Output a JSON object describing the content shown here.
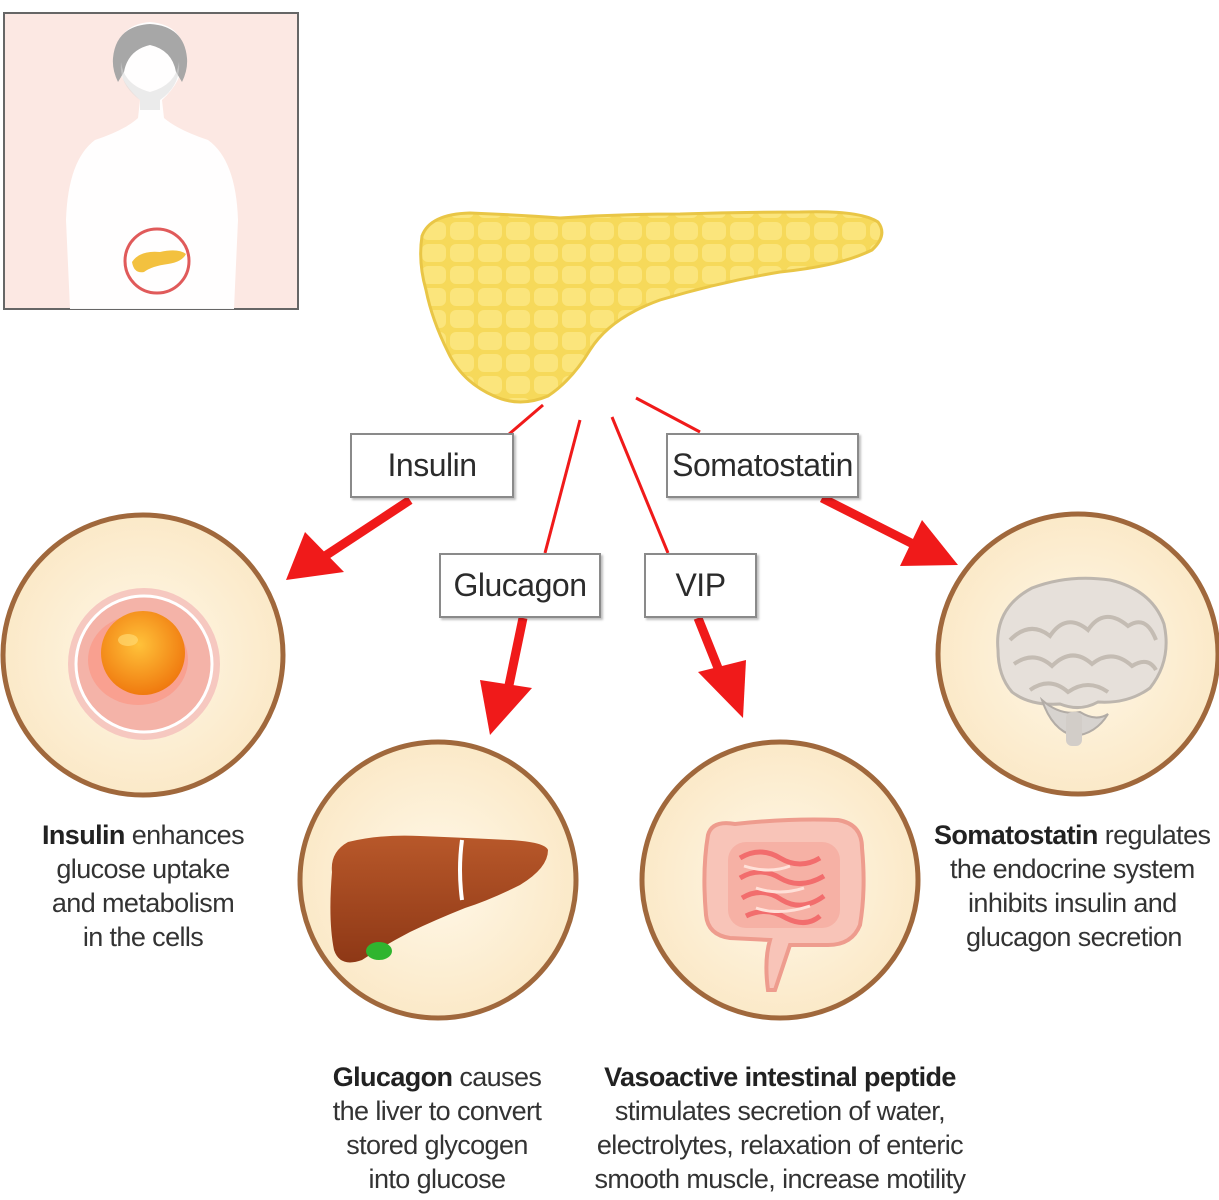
{
  "labels": {
    "insulin": "Insulin",
    "glucagon": "Glucagon",
    "vip": "VIP",
    "somatostatin": "Somatostatin"
  },
  "captions": {
    "insulin": {
      "bold": "Insulin",
      "rest": " enhances",
      "lines": [
        "glucose uptake",
        "and metabolism",
        "in the cells"
      ]
    },
    "glucagon": {
      "bold": "Glucagon",
      "rest": " causes",
      "lines": [
        "the liver to convert",
        "stored glycogen",
        "into glucose"
      ]
    },
    "vip": {
      "bold": "Vasoactive intestinal peptide",
      "rest": "",
      "lines": [
        "stimulates secretion of water,",
        "electrolytes, relaxation of enteric",
        "smooth muscle, increase motility"
      ]
    },
    "somatostatin": {
      "bold": "Somatostatin",
      "rest": " regulates",
      "lines": [
        "the endocrine system",
        "inhibits insulin and",
        "glucagon secretion"
      ]
    }
  },
  "colors": {
    "arrow": "#f01a1a",
    "pancreas": "#f6d95a",
    "circle_fill": "#fdf1d9",
    "circle_stroke": "#a0683c",
    "inset_bg": "#fce8e3",
    "liver": "#a9481e",
    "gallbladder": "#2fb52f",
    "intestine": "#f4a79c",
    "brain": "#e3ddd6",
    "cell_nucleus": "#f7941d"
  },
  "icons": [
    "body-silhouette-icon",
    "pancreas-icon",
    "cell-icon",
    "liver-icon",
    "intestine-icon",
    "brain-icon"
  ]
}
